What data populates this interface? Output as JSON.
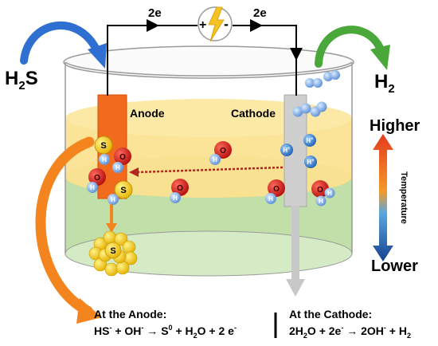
{
  "colors": {
    "anode": "#f26b1d",
    "cathode": "#c8c8c8",
    "warm_layer": "#f9dd7a",
    "cool_layer": "#a8d28c",
    "wire": "#000000",
    "arrow_in": "#2f6fd1",
    "arrow_out": "#4aa83a",
    "hot": "#e23b1b",
    "cold": "#163f8f"
  },
  "circuit": {
    "electron_left": "2e",
    "electron_right": "2e",
    "source_plus": "+",
    "source_minus": "-",
    "source_icon": "lightning-bolt-icon"
  },
  "input_gas": {
    "base": "H",
    "sub": "2",
    "tail": "S"
  },
  "output_gas": {
    "base": "H",
    "sub": "2"
  },
  "electrodes": {
    "anode": "Anode",
    "cathode": "Cathode"
  },
  "temperature": {
    "top": "Higher",
    "bottom": "Lower",
    "axis": "Temperature"
  },
  "molecules": {
    "sulfur": "S",
    "oxygen": "O",
    "hydrogen": "H",
    "proton": "H",
    "proton_charge": "+"
  },
  "anode_eq": {
    "title": "At the Anode:",
    "hs": "HS",
    "hs_sup": "-",
    "plus1": " + OH",
    "oh_sup": "-",
    "arrow": " → S",
    "s_sup": "0",
    "rest": " + H",
    "h2o_sub": "2",
    "end": "O + 2 e",
    "e_sup": "-"
  },
  "cathode_eq": {
    "title": "At the Cathode:",
    "lead": "2H",
    "h2o_sub": "2",
    "mid": "O + 2e",
    "e_sup": "-",
    "arrow": " → 2OH",
    "oh_sup": "-",
    "plus": " + H",
    "h2_sub": "2"
  }
}
